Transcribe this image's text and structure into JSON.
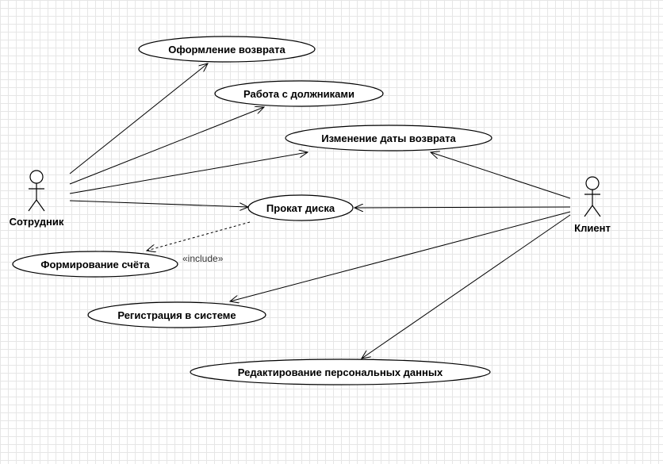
{
  "actors": {
    "employee": {
      "label": "Сотрудник"
    },
    "client": {
      "label": "Клиент"
    }
  },
  "use_cases": {
    "return_processing": "Оформление возврата",
    "debtors": "Работа с должниками",
    "change_return_date": "Изменение даты возврата",
    "disc_rental": "Прокат диска",
    "invoice": "Формирование счёта",
    "registration": "Регистрация в системе",
    "edit_personal_data": "Редактирование персональных данных"
  },
  "relationships": {
    "include_label": "«include»"
  }
}
